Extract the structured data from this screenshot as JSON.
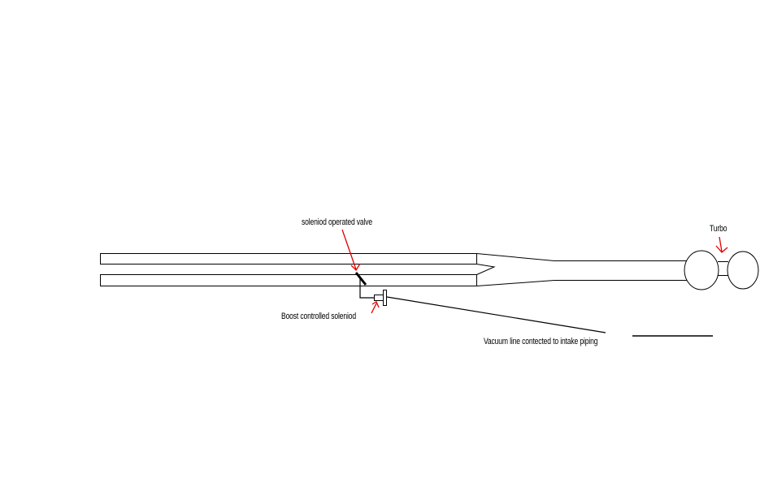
{
  "labels": {
    "valve": "soleniod operated valve",
    "turbo": "Turbo",
    "solenoid": "Boost controlled soleniod",
    "vacuum": "Vacuum line contected to intake piping"
  },
  "colors": {
    "line": "#000000",
    "arrow": "#e00000",
    "background": "#ffffff"
  }
}
